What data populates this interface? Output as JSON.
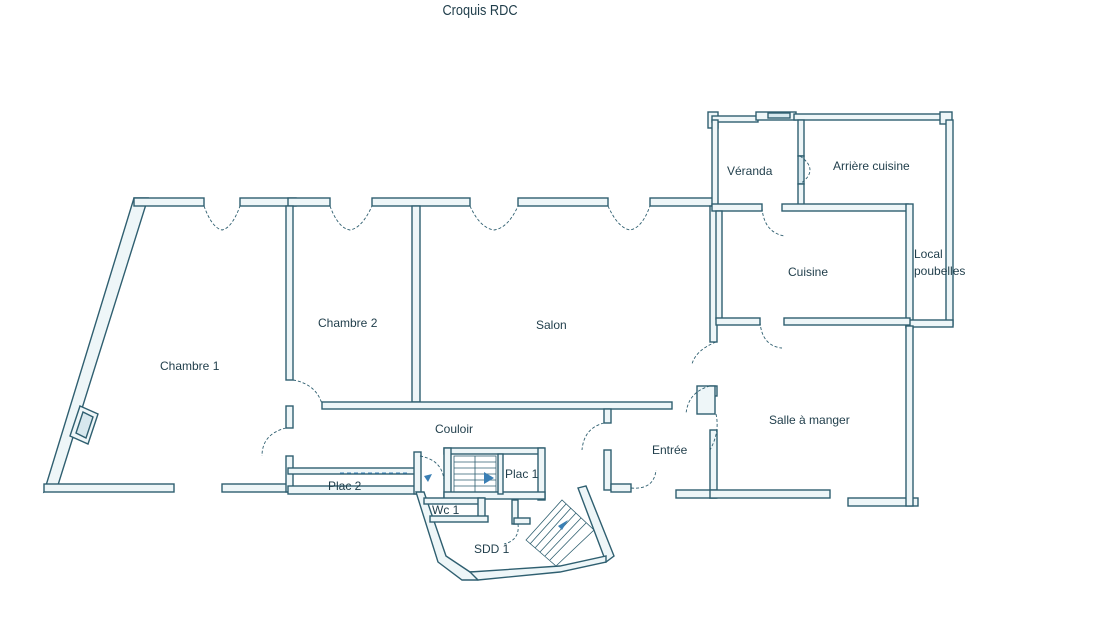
{
  "title": "Croquis RDC",
  "rooms": {
    "chambre1": "Chambre 1",
    "chambre2": "Chambre 2",
    "salon": "Salon",
    "veranda": "Véranda",
    "arriere_cuisine": "Arrière cuisine",
    "cuisine": "Cuisine",
    "local_line1": "Local",
    "local_line2": "poubelles",
    "couloir": "Couloir",
    "salle_a_manger": "Salle à manger",
    "entree": "Entrée",
    "plac1": "Plac 1",
    "plac2": "Plac 2",
    "wc1": "Wc 1",
    "sdd1": "SDD 1"
  },
  "colors": {
    "wall": "#2f5f70",
    "arrow": "#3a7fb4"
  }
}
